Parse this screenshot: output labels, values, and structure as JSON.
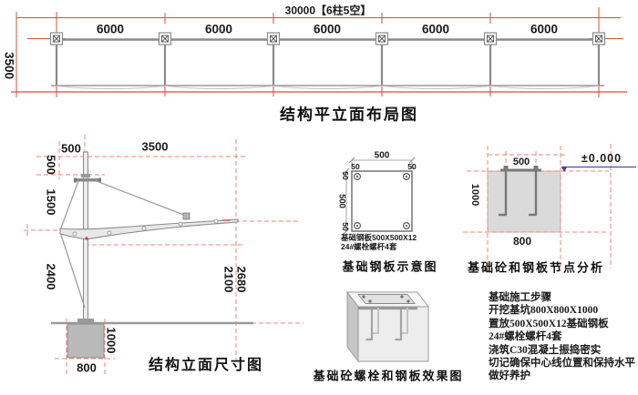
{
  "plan": {
    "overall_dim": "30000【6柱5空】",
    "bays": [
      "6000",
      "6000",
      "6000",
      "6000",
      "6000"
    ],
    "depth_dim": "3500",
    "title": "结构平立面布局图"
  },
  "elevation": {
    "title": "结构立面尺寸图",
    "back_offset": "500",
    "span": "3500",
    "mast_top": "500",
    "mid_height": "1500",
    "lower_height": "2400",
    "tip_height": "2680",
    "eave_height": "2100",
    "foundation_depth": "1000",
    "foundation_width": "800"
  },
  "base_plate": {
    "title": "基础钢板示意图",
    "width_dim": "500",
    "side_dim": "500",
    "inset_top_left": "50",
    "inset_top_right": "50",
    "inset_left_top": "50",
    "inset_left_bottom": "50",
    "note_line1": "基础钢板500X500X12",
    "note_line2": "24#螺栓螺杆4套"
  },
  "node": {
    "title": "基础砼和钢板节点分析",
    "bolt_spacing": "500",
    "depth": "1000",
    "width": "800",
    "level": "±0.000"
  },
  "effect": {
    "title": "基础砼螺栓和钢板效果图"
  },
  "steps": {
    "lines": [
      "基础施工步骤",
      "开挖基坑800X800X1000",
      "置放500X500X12基础钢板",
      "24#螺栓螺杆4套",
      "浇筑C30混凝土振捣密实",
      "切记确保中心线位置和保持水平",
      "做好养护"
    ]
  },
  "colors": {
    "dim_red": "#dd4a38",
    "dash_red": "#ef8575",
    "structure_gray": "#8a8a8a",
    "level_blue": "#4553a8"
  }
}
